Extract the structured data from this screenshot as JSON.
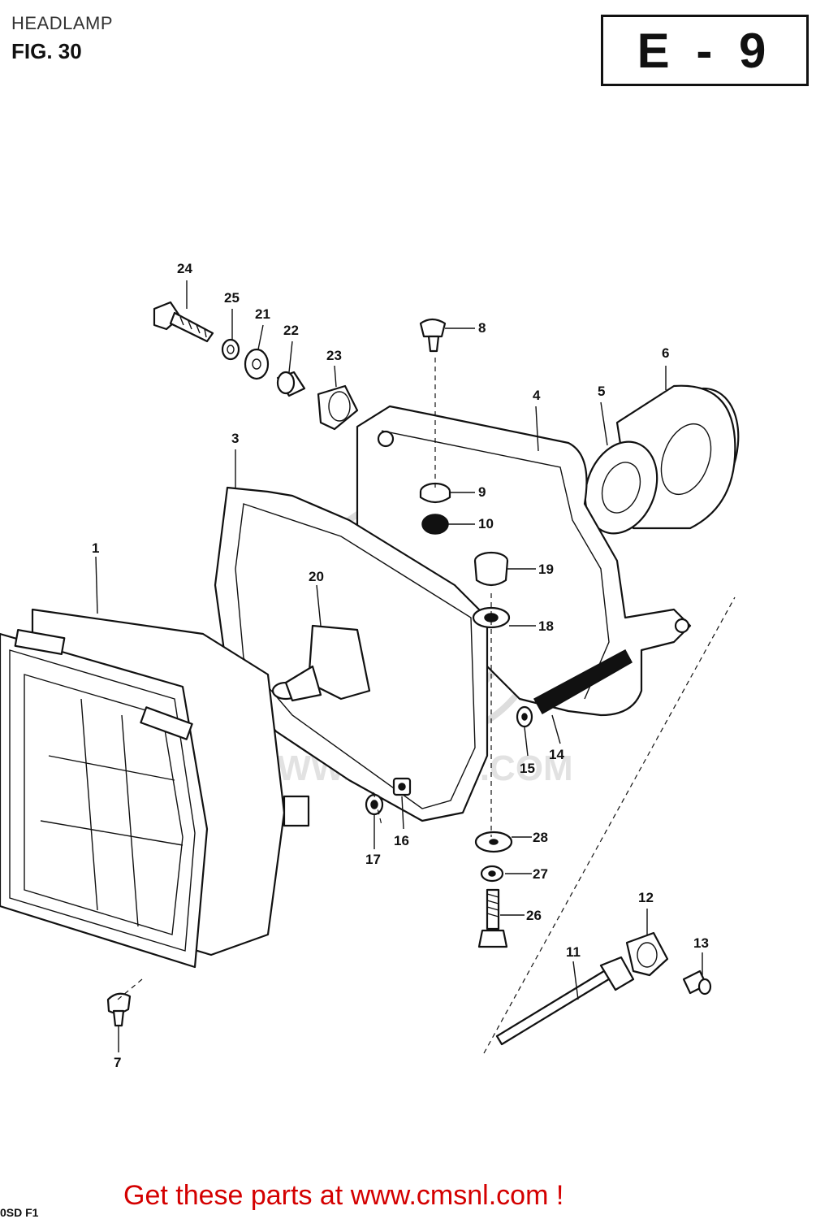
{
  "header": {
    "title": "HEADLAMP",
    "figure": "FIG. 30",
    "section_code": "E - 9"
  },
  "callouts": [
    {
      "id": "c1",
      "label": "1"
    },
    {
      "id": "c3",
      "label": "3"
    },
    {
      "id": "c4",
      "label": "4"
    },
    {
      "id": "c5",
      "label": "5"
    },
    {
      "id": "c6",
      "label": "6"
    },
    {
      "id": "c7",
      "label": "7"
    },
    {
      "id": "c8",
      "label": "8"
    },
    {
      "id": "c9",
      "label": "9"
    },
    {
      "id": "c10",
      "label": "10"
    },
    {
      "id": "c11",
      "label": "11"
    },
    {
      "id": "c12",
      "label": "12"
    },
    {
      "id": "c13",
      "label": "13"
    },
    {
      "id": "c14",
      "label": "14"
    },
    {
      "id": "c15",
      "label": "15"
    },
    {
      "id": "c16",
      "label": "16"
    },
    {
      "id": "c17",
      "label": "17"
    },
    {
      "id": "c18",
      "label": "18"
    },
    {
      "id": "c19",
      "label": "19"
    },
    {
      "id": "c20",
      "label": "20"
    },
    {
      "id": "c21",
      "label": "21"
    },
    {
      "id": "c22",
      "label": "22"
    },
    {
      "id": "c23",
      "label": "23"
    },
    {
      "id": "c24",
      "label": "24"
    },
    {
      "id": "c25",
      "label": "25"
    },
    {
      "id": "c26",
      "label": "26"
    },
    {
      "id": "c27",
      "label": "27"
    },
    {
      "id": "c28",
      "label": "28"
    }
  ],
  "watermark": {
    "text": "WWW.CMSNL.COM"
  },
  "footer": {
    "link_text": "Get these parts at www.cmsnl.com !",
    "corner_code": "0SD F1"
  },
  "colors": {
    "footer_link": "#d40000",
    "ink": "#111111"
  }
}
